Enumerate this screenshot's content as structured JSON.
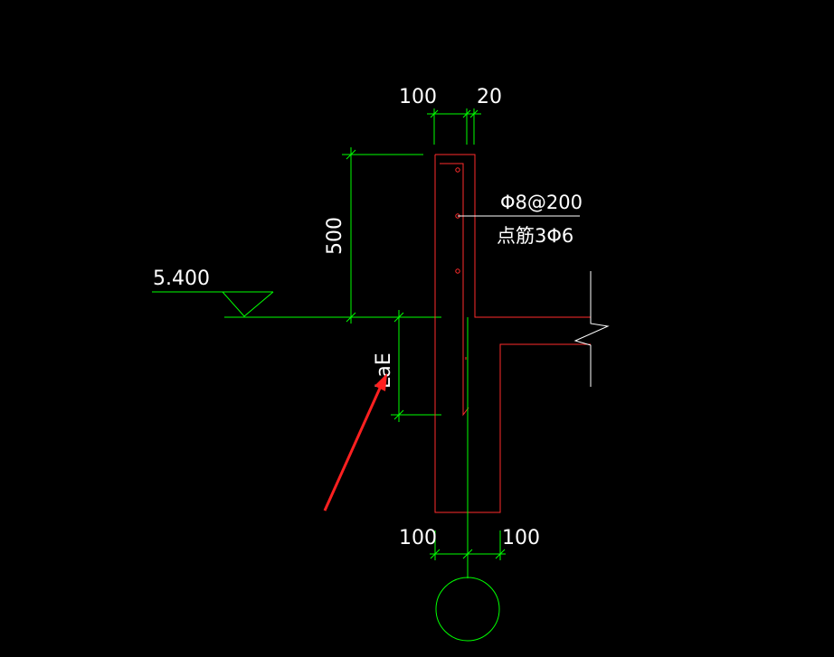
{
  "drawing": {
    "top_dimensions": {
      "left": "100",
      "right": "20"
    },
    "vertical_dimension": "500",
    "elevation_label": "5.400",
    "anchorage_label": "LaE",
    "rebar_note": {
      "line1": "Φ8@200",
      "line2": "点筋3Φ6"
    },
    "bottom_dimensions": {
      "left": "100",
      "right": "100"
    }
  },
  "colors": {
    "background": "#000000",
    "dimension_lines": "#00ff00",
    "member_outline": "#ff2b2b",
    "text": "#ffffff",
    "arrow": "#ff2020"
  }
}
